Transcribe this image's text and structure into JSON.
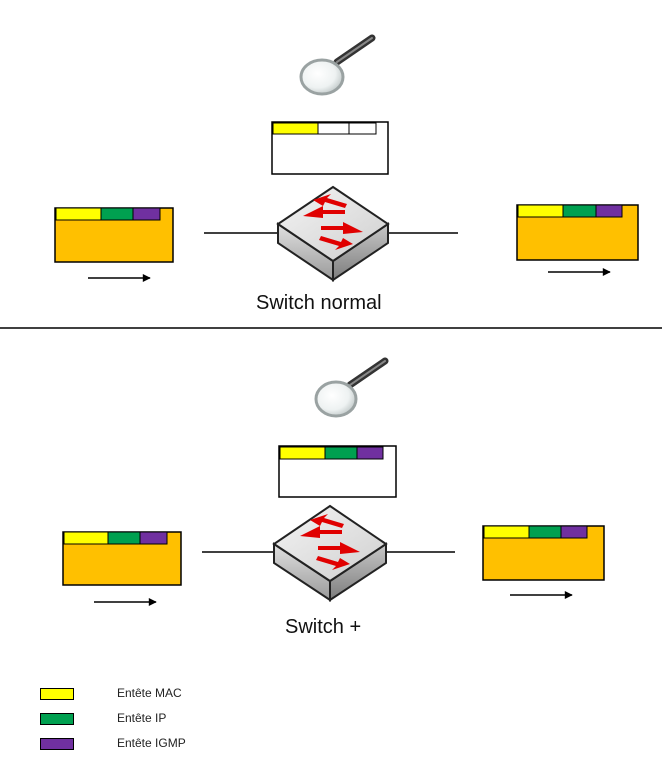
{
  "scenarios": [
    {
      "caption": "Switch normal",
      "inspected_headers": [
        "mac"
      ]
    },
    {
      "caption": "Switch +",
      "inspected_headers": [
        "mac",
        "ip",
        "igmp"
      ]
    }
  ],
  "legend": [
    {
      "key": "mac",
      "label": "Entête MAC",
      "color": "#FFFF00"
    },
    {
      "key": "ip",
      "label": "Entête IP",
      "color": "#00A050"
    },
    {
      "key": "igmp",
      "label": "Entête IGMP",
      "color": "#7030A0"
    }
  ],
  "colors": {
    "packet_body": "#FFC000",
    "outline": "#000000",
    "switch_arrows": "#E00000"
  },
  "icons": {
    "inspector": "magnifying-glass-icon",
    "switch": "network-switch-icon",
    "direction": "right-arrow-icon"
  }
}
